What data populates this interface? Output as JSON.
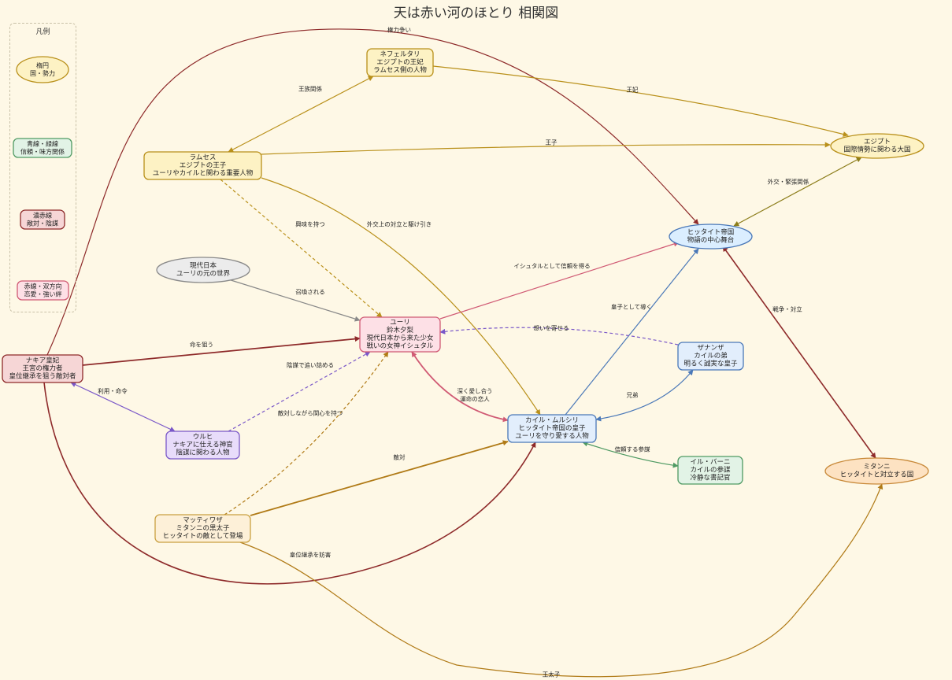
{
  "title": "天は赤い河のほとり 相関図",
  "legend": {
    "title": "凡例",
    "items": [
      {
        "id": "lg1",
        "lines": [
          "楕円",
          "国・勢力"
        ]
      },
      {
        "id": "lg2",
        "lines": [
          "青線・緑線",
          "信頼・味方関係"
        ]
      },
      {
        "id": "lg3",
        "lines": [
          "濃赤線",
          "敵対・陰謀"
        ]
      },
      {
        "id": "lg4",
        "lines": [
          "赤線・双方向",
          "恋愛・強い絆"
        ]
      }
    ]
  },
  "nodes": [
    {
      "id": "nefertiti",
      "lines": [
        "ネフェルタリ",
        "エジプトの王妃",
        "ラムセス側の人物"
      ]
    },
    {
      "id": "ramses",
      "lines": [
        "ラムセス",
        "エジプトの王子",
        "ユーリやカイルと関わる重要人物"
      ]
    },
    {
      "id": "egypt",
      "lines": [
        "エジプト",
        "国際情勢に関わる大国"
      ]
    },
    {
      "id": "hittite",
      "lines": [
        "ヒッタイト帝国",
        "物語の中心舞台"
      ]
    },
    {
      "id": "modern",
      "lines": [
        "現代日本",
        "ユーリの元の世界"
      ]
    },
    {
      "id": "yuri",
      "lines": [
        "ユーリ",
        "鈴木夕梨",
        "現代日本から来た少女",
        "戦いの女神イシュタル"
      ]
    },
    {
      "id": "nakia",
      "lines": [
        "ナキア皇妃",
        "王宮の権力者",
        "皇位継承を狙う敵対者"
      ]
    },
    {
      "id": "zananza",
      "lines": [
        "ザナンザ",
        "カイルの弟",
        "明るく誠実な皇子"
      ]
    },
    {
      "id": "kail",
      "lines": [
        "カイル・ムルシリ",
        "ヒッタイト帝国の皇子",
        "ユーリを守り愛する人物"
      ]
    },
    {
      "id": "urhi",
      "lines": [
        "ウルヒ",
        "ナキアに仕える神官",
        "陰謀に関わる人物"
      ]
    },
    {
      "id": "ilbani",
      "lines": [
        "イル・バーニ",
        "カイルの参謀",
        "冷静な書記官"
      ]
    },
    {
      "id": "mitanni",
      "lines": [
        "ミタンニ",
        "ヒッタイトと対立する国"
      ]
    },
    {
      "id": "mattiwaza",
      "lines": [
        "マッティワザ",
        "ミタンニの黒太子",
        "ヒッタイトの敵として登場"
      ]
    }
  ],
  "edges": [
    {
      "id": "nakia-hittite",
      "label": "権力争い"
    },
    {
      "id": "ramses-nefertiti",
      "label": "王族関係"
    },
    {
      "id": "nefertiti-egypt",
      "label": "王妃"
    },
    {
      "id": "ramses-egypt",
      "label": "王子"
    },
    {
      "id": "egypt-hittite",
      "label": "外交・緊張関係"
    },
    {
      "id": "ramses-yuri",
      "label": "興味を持つ"
    },
    {
      "id": "ramses-kail",
      "label": "外交上の対立と駆け引き"
    },
    {
      "id": "yuri-hittite",
      "label": "イシュタルとして信頼を得る"
    },
    {
      "id": "modern-yuri",
      "label": "召喚される"
    },
    {
      "id": "hittite-mitanni",
      "label": "戦争・対立"
    },
    {
      "id": "kail-hittite",
      "label": "皇子として導く"
    },
    {
      "id": "zananza-yuri",
      "label": "想いを寄せる"
    },
    {
      "id": "nakia-yuri",
      "label": "命を狙う"
    },
    {
      "id": "urhi-yuri",
      "label": "陰謀で追い詰める"
    },
    {
      "id": "yuri-kail",
      "label": "深く愛し合う\n運命の恋人"
    },
    {
      "id": "zananza-kail",
      "label": "兄弟"
    },
    {
      "id": "nakia-urhi",
      "label": "利用・命令"
    },
    {
      "id": "mattiwaza-yuri",
      "label": "敵対しながら関心を持つ"
    },
    {
      "id": "kail-ilbani",
      "label": "信頼する参謀"
    },
    {
      "id": "mattiwaza-kail",
      "label": "敵対"
    },
    {
      "id": "nakia-kail",
      "label": "皇位継承を妨害"
    },
    {
      "id": "mattiwaza-mitanni",
      "label": "王太子"
    }
  ],
  "colors": {
    "background": "#fef8e6",
    "love": "#d05a74",
    "enemy": "#8e2a2a",
    "trust_blue": "#4a78b8",
    "trust_green": "#4f9a63",
    "gold": "#b9901a",
    "olive": "#8c7d1a",
    "purple": "#7a58c8",
    "gray": "#888888",
    "orange": "#b07a16"
  }
}
